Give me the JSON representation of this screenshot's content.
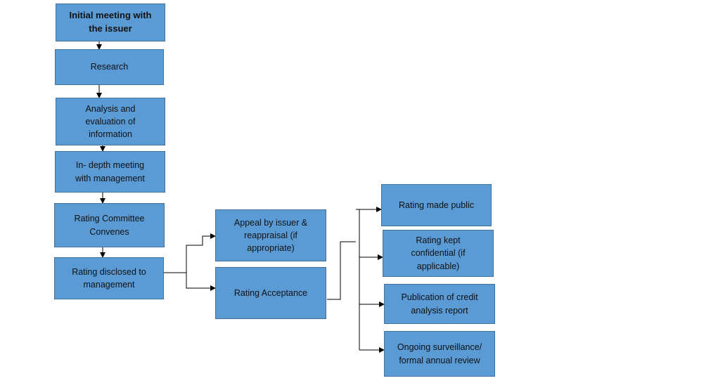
{
  "diagram": {
    "nodes": {
      "initial_meeting": "Initial meeting with\nthe issuer",
      "research": "Research",
      "analysis": "Analysis and\nevaluation of\ninformation",
      "indepth_meeting": "In- depth meeting\nwith management",
      "committee": "Rating Committee\nConvenes",
      "disclosed": "Rating disclosed to\nmanagement",
      "appeal": "Appeal by issuer &\nreappraisal (if\nappropriate)",
      "acceptance": "Rating Acceptance",
      "made_public": "Rating made public",
      "kept_confidential": "Rating kept\nconfidential (if\napplicable)",
      "publication": "Publication of credit\nanalysis report",
      "surveillance": "Ongoing surveillance/\nformal annual review"
    },
    "colors": {
      "box_fill": "#5b9bd5",
      "box_border": "#41719c",
      "connector": "#000000"
    }
  }
}
